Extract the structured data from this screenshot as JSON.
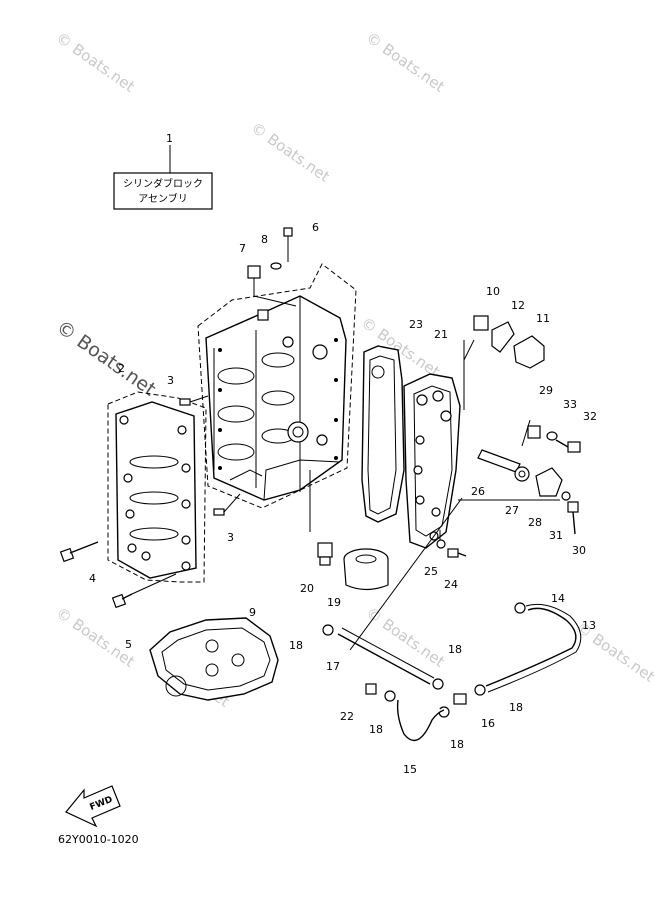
{
  "diagram": {
    "note_box": {
      "line1": "シリンダブロック",
      "line2": "アセンブリ"
    },
    "part_numbers": [
      "1",
      "2",
      "3",
      "3",
      "4",
      "5",
      "6",
      "7",
      "8",
      "9",
      "10",
      "11",
      "12",
      "13",
      "14",
      "15",
      "16",
      "17",
      "18",
      "18",
      "18",
      "18",
      "18",
      "19",
      "20",
      "21",
      "22",
      "23",
      "24",
      "25",
      "26",
      "27",
      "28",
      "29",
      "30",
      "31",
      "32",
      "33"
    ],
    "fwd_label": "FWD",
    "diagram_code": "62Y0010-1020",
    "watermarks": [
      "© Boats.net",
      "© Boats.net",
      "© Boats.net",
      "© Boats.net",
      "© Boats.net",
      "© Boats.net",
      "© Boats.net",
      "© Boats.net",
      "© Boats.net"
    ]
  }
}
